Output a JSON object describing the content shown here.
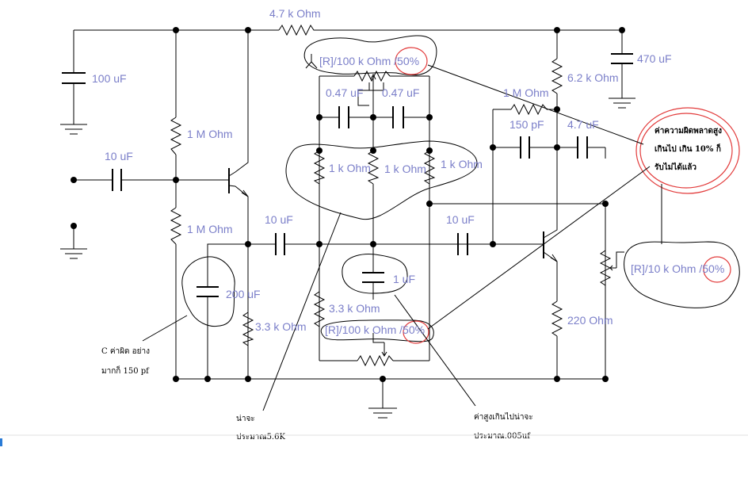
{
  "components": {
    "r_top": "4.7 k Ohm",
    "c_100": "100 uF",
    "c_470": "470 uF",
    "r_6_2k": "6.2 k Ohm",
    "pot_top": "[R]/100 k Ohm /50%",
    "c_047_left": "0.47 uF",
    "c_047_right": "0.47 uF",
    "r_1m_fb": "1 M Ohm",
    "c_150p": "150 pF",
    "c_4_7u": "4.7 uF",
    "r_1m_upper": "1 M Ohm",
    "c_10_in": "10 uF",
    "r_1k_a": "1 k Ohm",
    "r_1k_b": "1 k Ohm",
    "r_1k_c": "1 k Ohm",
    "c_10_mid": "10 uF",
    "c_10_right": "10 uF",
    "r_1m_lower": "1 M Ohm",
    "c_1u": "1 uF",
    "c_200": "200 uF",
    "r_3_3k_mid": "3.3 k Ohm",
    "r_3_3k_left": "3.3 k Ohm",
    "pot_bottom": "[R]/100 k Ohm /50%",
    "r_220": "220  Ohm",
    "pot_right": "[R]/10 k Ohm /50%"
  },
  "annotations": {
    "tolerance_line1": "ค่าความผิดพลาดสูง",
    "tolerance_line2": "เกินไป เกิน 10% ก็",
    "tolerance_line3": "รับไม่ได้แล้ว",
    "cap_line1": "C ค่าผิด อย่าง",
    "cap_line2": "มากก็ 150 pf",
    "res_line1": "น่าจะ",
    "res_line2": "ประมาณ5.6K",
    "high_line1": "ค่าสูงเกินไปน่าจะ",
    "high_line2": "ประมาณ.005uf"
  },
  "colors": {
    "label": "#7b7fc9",
    "highlight": "#e23b3b",
    "wire": "#000000"
  }
}
